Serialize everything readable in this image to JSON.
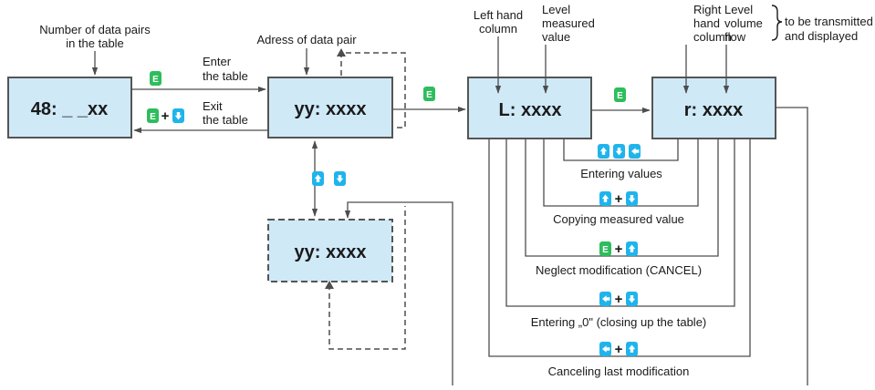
{
  "boxes": {
    "count_box": "48: _ _xx",
    "pair_box": "yy: xxxx",
    "pair_box_dashed": "yy: xxxx",
    "left_box": "L: xxxx",
    "right_box": "r: xxxx"
  },
  "labels": {
    "number_pairs_1": "Number of data pairs",
    "number_pairs_2": "in the table",
    "address_pair": "Adress of data pair",
    "enter_1": "Enter",
    "enter_2": "the table",
    "exit_1": "Exit",
    "exit_2": "the table",
    "left_hand_1": "Left hand",
    "left_hand_2": "column",
    "level_measured_1": "Level",
    "level_measured_2": "measured",
    "level_measured_3": "value",
    "right_hand_1": "Right",
    "right_hand_2": "hand",
    "right_hand_3": "column",
    "level_flow_1": "Level",
    "level_flow_2": "volume",
    "level_flow_3": "flow",
    "transmit_1": "to be transmitted",
    "transmit_2": "and displayed"
  },
  "actions": {
    "entering_values": "Entering values",
    "copying": "Copying measured value",
    "neglect": "Neglect modification (CANCEL)",
    "entering_zero": "Entering „0\" (closing up the table)",
    "canceling": "Canceling last modification"
  },
  "keys": {
    "e_label": "E",
    "plus": "+"
  },
  "colors": {
    "box_fill": "#cfe9f7",
    "key_e": "#2ebd5c",
    "key_arrow": "#1fb4ec"
  }
}
